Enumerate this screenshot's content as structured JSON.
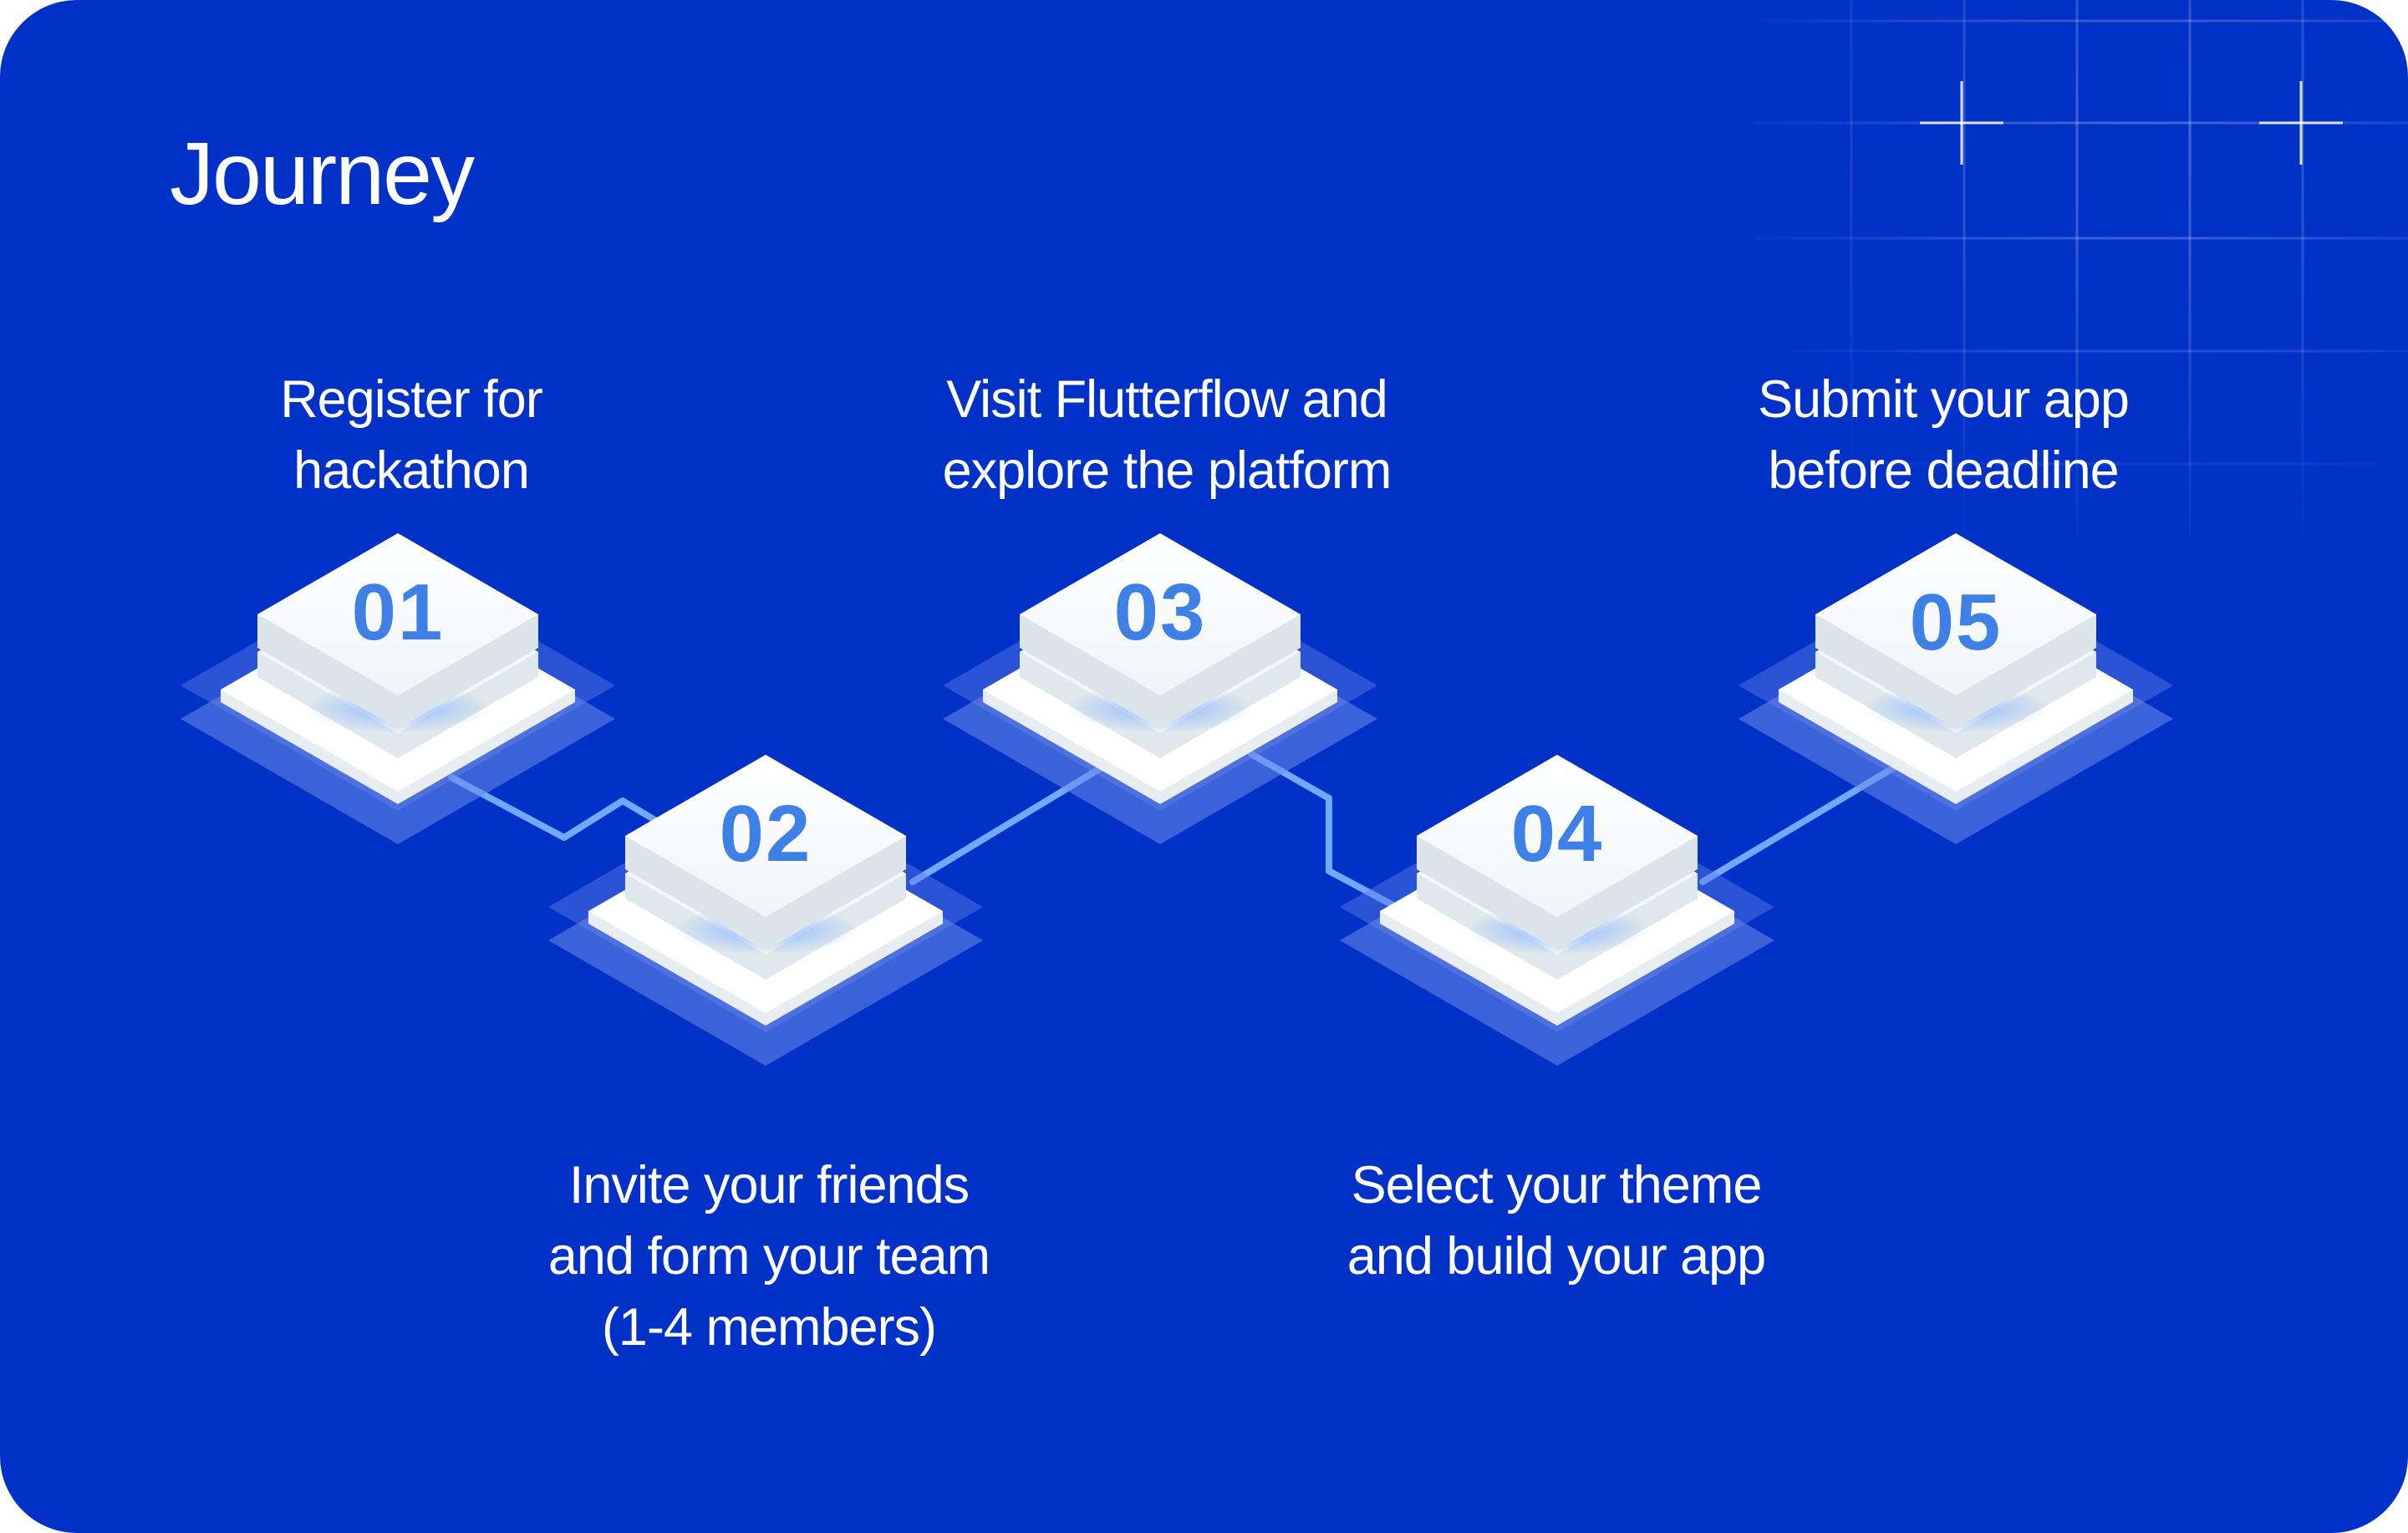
{
  "title": "Journey",
  "accent_colors": {
    "background": "#0231c8",
    "tile": "#ffffff",
    "tile_side": "#dde6ea",
    "number": "#3e80e6",
    "connector": "#6fa6ff"
  },
  "steps": [
    {
      "number": "01",
      "lines": [
        "Register for",
        "hackathon"
      ]
    },
    {
      "number": "02",
      "lines": [
        "Invite your friends",
        "and form your team",
        "(1-4 members)"
      ]
    },
    {
      "number": "03",
      "lines": [
        "Visit Flutterflow and",
        "explore the platform"
      ]
    },
    {
      "number": "04",
      "lines": [
        "Select your theme",
        "and build your app"
      ]
    },
    {
      "number": "05",
      "lines": [
        "Submit your app",
        "before deadline"
      ]
    }
  ]
}
